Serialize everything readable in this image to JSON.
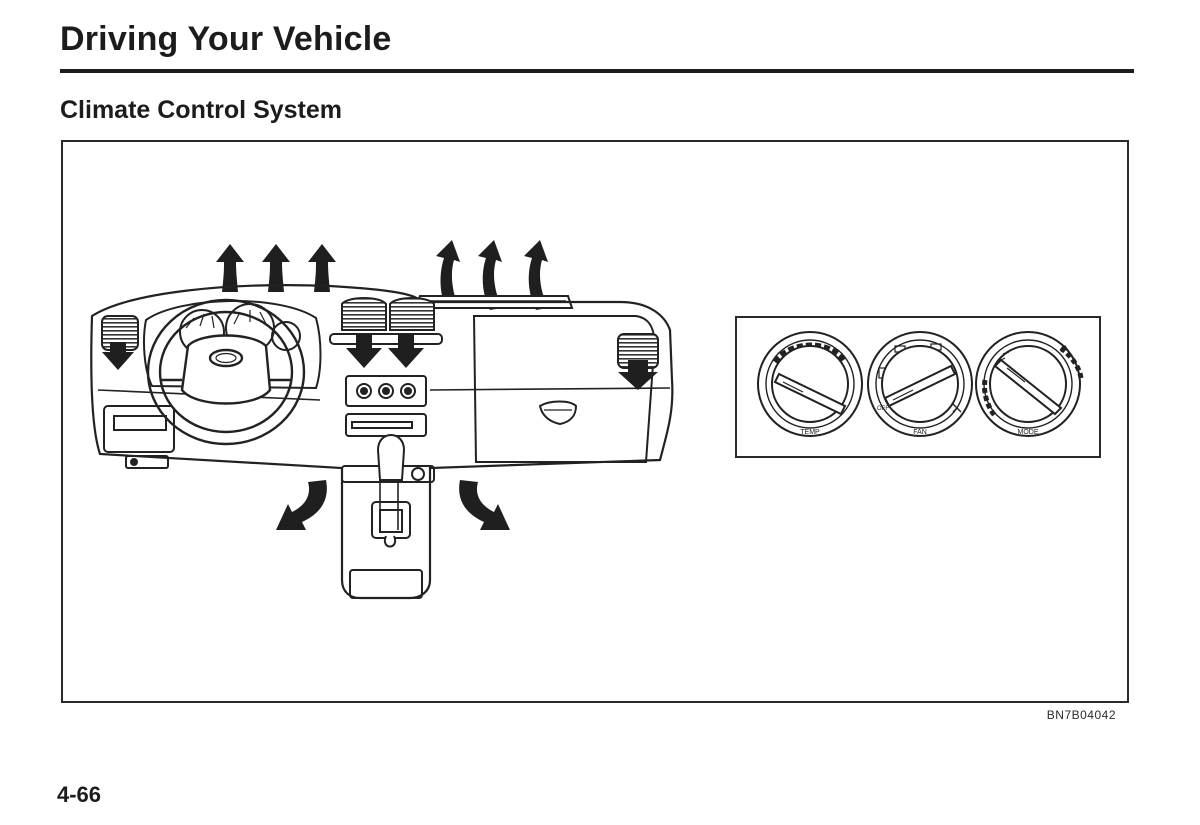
{
  "header": {
    "chapter_title": "Driving Your Vehicle",
    "section_title": "Climate Control System"
  },
  "figure": {
    "code": "BN7B04042",
    "knobs": [
      {
        "label": "TEMP"
      },
      {
        "label": "FAN",
        "off_label": "OFF"
      },
      {
        "label": "MODE"
      }
    ]
  },
  "footer": {
    "page_number": "4-66"
  }
}
